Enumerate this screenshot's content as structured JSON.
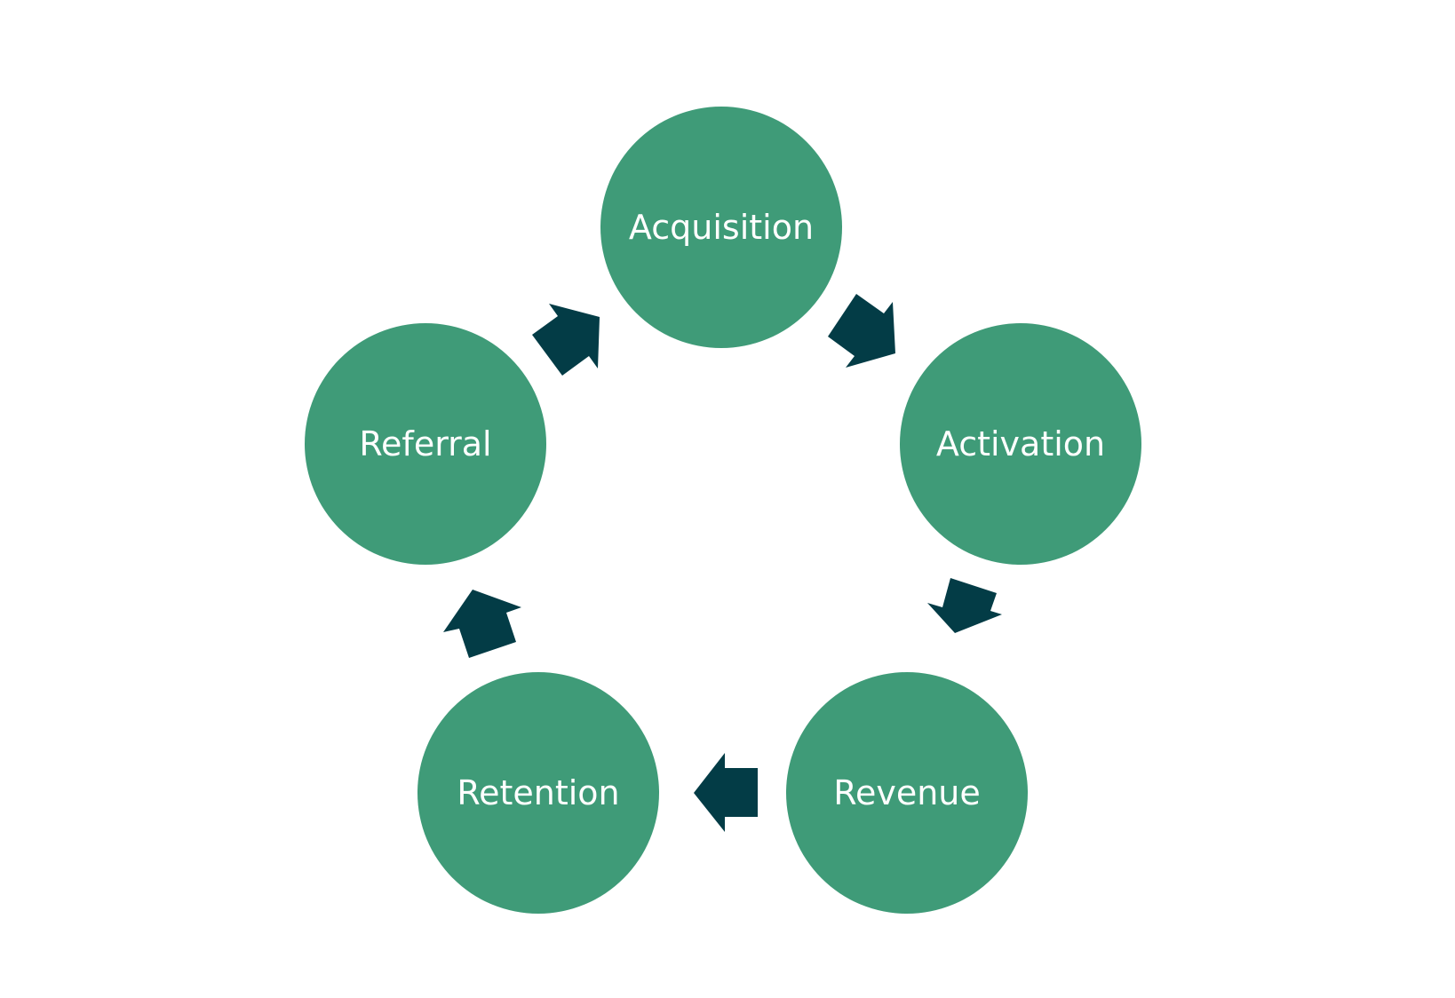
{
  "diagram": {
    "colors": {
      "circle": "#3f9b78",
      "arrow": "#033c46",
      "label": "#ffffff",
      "background": "#ffffff"
    },
    "stages": [
      {
        "id": "acquisition",
        "label": "Acquisition"
      },
      {
        "id": "activation",
        "label": "Activation"
      },
      {
        "id": "revenue",
        "label": "Revenue"
      },
      {
        "id": "retention",
        "label": "Retention"
      },
      {
        "id": "referral",
        "label": "Referral"
      }
    ],
    "arrows": [
      {
        "from": "acquisition",
        "to": "activation"
      },
      {
        "from": "activation",
        "to": "revenue"
      },
      {
        "from": "revenue",
        "to": "retention"
      },
      {
        "from": "retention",
        "to": "referral"
      },
      {
        "from": "referral",
        "to": "acquisition"
      }
    ]
  }
}
